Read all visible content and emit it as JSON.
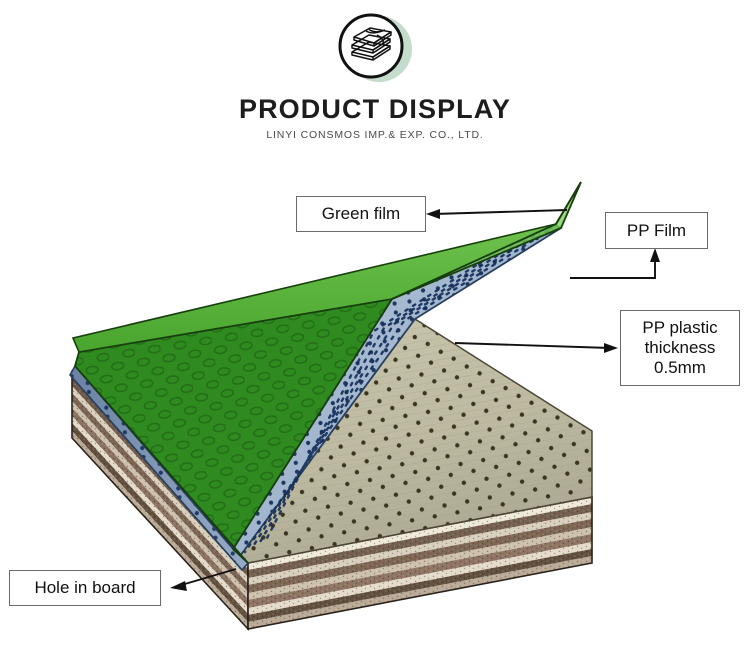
{
  "brand": {
    "title": "PRODUCT DISPLAY",
    "subtitle": "LINYI CONSMOS IMP.& EXP. CO., LTD.",
    "logo_icon": "stacked-plywood-icon",
    "logo_shadow_color": "#b9d6c2"
  },
  "callouts": {
    "green_film": "Green film",
    "pp_film": "PP Film",
    "pp_thickness": "PP plastic\nthickness\n0.5mm",
    "hole_in_board": "Hole in board"
  },
  "diagram": {
    "name": "film-faced-plywood-cutaway",
    "layers": [
      {
        "name": "green-film",
        "label": "Green film",
        "color": "#2f8b1f",
        "highlight_color": "#57b536"
      },
      {
        "name": "pp-film",
        "label": "PP Film",
        "color": "#9fb4cd",
        "dot_color": "#1b3358"
      },
      {
        "name": "pp-plastic",
        "label": "PP plastic thickness 0.5mm",
        "color": "#bdbaa1",
        "hole_color": "#3b3520"
      },
      {
        "name": "plywood-core",
        "label": "Hole in board",
        "color": "#8d7b6b"
      }
    ],
    "plywood_edge_plies": [
      "#efe9da",
      "#7a6352",
      "#d7cdbc",
      "#6d584a",
      "#cfc3b0",
      "#8a7160",
      "#e3dacb",
      "#5f4c40",
      "#c6b9a6",
      "#7d6655"
    ]
  }
}
